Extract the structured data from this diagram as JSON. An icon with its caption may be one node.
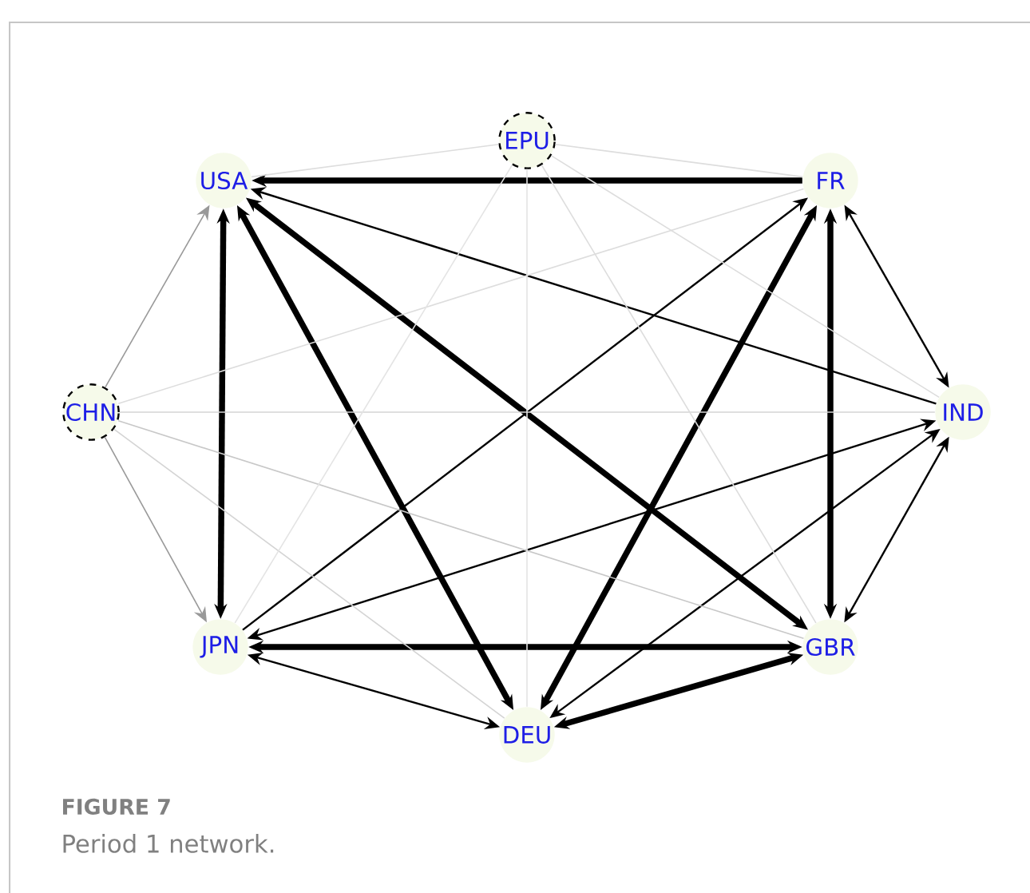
{
  "diagram": {
    "caption": "Period 1 network.",
    "nodes": [
      {
        "text": [
          "EPU"
        ]
      },
      {
        "text": [
          "USA"
        ]
      },
      {
        "text": [
          "FR"
        ]
      },
      {
        "text": [
          "CHN"
        ]
      },
      {
        "text": [
          "IND"
        ]
      },
      {
        "text": [
          "JPN"
        ]
      },
      {
        "text": [
          "GBR"
        ]
      },
      {
        "text": [
          "DEU"
        ]
      }
    ],
    "edges": [
      {
        "from": 2,
        "to": 1,
        "arrow": "to",
        "style": "thick"
      },
      {
        "from": 4,
        "to": 1,
        "arrow": "to"
      },
      {
        "from": 6,
        "to": 1,
        "arrow": "both",
        "style": "thick"
      },
      {
        "from": 7,
        "to": 1,
        "arrow": "both",
        "style": "thick"
      },
      {
        "from": 1,
        "to": 5,
        "arrow": "both",
        "style": "thick"
      },
      {
        "from": 2,
        "to": 6,
        "arrow": "both",
        "style": "thick"
      },
      {
        "from": 7,
        "to": 2,
        "arrow": "both",
        "style": "thick"
      },
      {
        "from": 5,
        "to": 2,
        "arrow": "to"
      },
      {
        "from": 5,
        "to": 4,
        "arrow": "both"
      },
      {
        "from": 5,
        "to": 6,
        "arrow": "both",
        "style": "thick"
      },
      {
        "from": 5,
        "to": 7,
        "arrow": "both"
      },
      {
        "from": 7,
        "to": 4,
        "arrow": "both"
      },
      {
        "from": 6,
        "to": 4,
        "arrow": "both"
      },
      {
        "from": 2,
        "to": 4,
        "arrow": "both"
      },
      {
        "from": 7,
        "to": 6,
        "arrow": "both",
        "style": "thick"
      },
      {
        "from": 3,
        "to": 1,
        "arrow": "to",
        "color": "#999999"
      },
      {
        "from": 3,
        "to": 5,
        "arrow": "to",
        "color": "#999999"
      },
      {
        "from": 3,
        "to": 4,
        "arrow": "none",
        "color": "#d4d4d4"
      },
      {
        "from": 3,
        "to": 6,
        "arrow": "none",
        "color": "#c8c8c8"
      },
      {
        "from": 3,
        "to": 7,
        "arrow": "none",
        "color": "#d4d4d4"
      },
      {
        "from": 3,
        "to": 2,
        "arrow": "none",
        "color": "#dddddd"
      },
      {
        "from": 0,
        "to": 1,
        "arrow": "none",
        "color": "#dddddd"
      },
      {
        "from": 0,
        "to": 2,
        "arrow": "none",
        "color": "#dddddd"
      },
      {
        "from": 0,
        "to": 7,
        "arrow": "none",
        "color": "#e4e4e4"
      },
      {
        "from": 0,
        "to": 6,
        "arrow": "none",
        "color": "#dddddd"
      },
      {
        "from": 0,
        "to": 5,
        "arrow": "none",
        "color": "#e4e4e4"
      },
      {
        "from": 0,
        "to": 4,
        "arrow": "none",
        "color": "#dddddd"
      }
    ],
    "labels": [
      "FIGURE 7"
    ]
  }
}
